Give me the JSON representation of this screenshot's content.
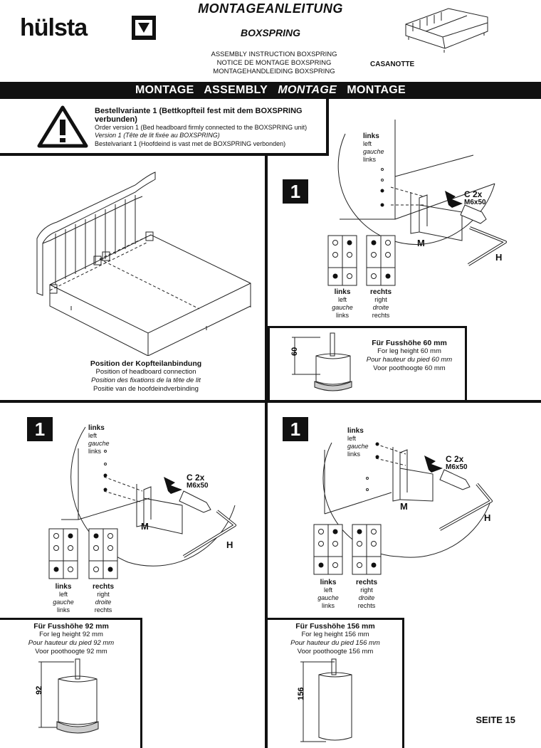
{
  "brand": "hülsta",
  "title": "MONTAGEANLEITUNG",
  "subtitle": "BOXSPRING",
  "header_lines": [
    "ASSEMBLY INSTRUCTION BOXSPRING",
    "NOTICE DE MONTAGE BOXSPRING",
    "MONTAGEHANDLEIDING BOXSPRING"
  ],
  "product": "CASANOTTE",
  "band": {
    "de": "MONTAGE",
    "en": "ASSEMBLY",
    "fr": "MONTAGE",
    "nl": "MONTAGE"
  },
  "warning": {
    "de": "Bestellvariante 1 (Bettkopfteil fest mit dem BOXSPRING verbunden)",
    "en": "Order version 1 (Bed headboard firmly connected to the BOXSPRING unit)",
    "fr": "Version 1 (Tête de lit fixée au BOXSPRING)",
    "nl": "Bestelvariant 1 (Hoofdeind is vast met de BOXSPRING verbonden)"
  },
  "position": {
    "de": "Position der Kopfteilanbindung",
    "en": "Position of headboard connection",
    "fr": "Position des fixations de la tête de lit",
    "nl": "Positie van de hoofdeindverbinding"
  },
  "step": "1",
  "side_label": {
    "de": "links",
    "en": "left",
    "fr": "gauche",
    "nl": "links"
  },
  "legend_left": {
    "de": "links",
    "en": "left",
    "fr": "gauche",
    "nl": "links"
  },
  "legend_right": {
    "de": "rechts",
    "en": "right",
    "fr": "droite",
    "nl": "rechts"
  },
  "screw": {
    "qty": "C 2x",
    "spec": "M6x50"
  },
  "part_m": "M",
  "part_h": "H",
  "leg60": {
    "de": "Für Fusshöhe 60 mm",
    "en": "For leg height 60 mm",
    "fr": "Pour hauteur du pied 60 mm",
    "nl": "Voor poothoogte 60 mm",
    "dim": "60"
  },
  "leg92": {
    "de": "Für Fusshöhe 92 mm",
    "en": "For leg height 92 mm",
    "fr": "Pour hauteur du pied 92 mm",
    "nl": "Voor poothoogte 92 mm",
    "dim": "92"
  },
  "leg156": {
    "de": "Für Fusshöhe 156 mm",
    "en": "For leg height 156 mm",
    "fr": "Pour hauteur du pied 156 mm",
    "nl": "Voor poothoogte 156 mm",
    "dim": "156"
  },
  "page": "SEITE 15"
}
